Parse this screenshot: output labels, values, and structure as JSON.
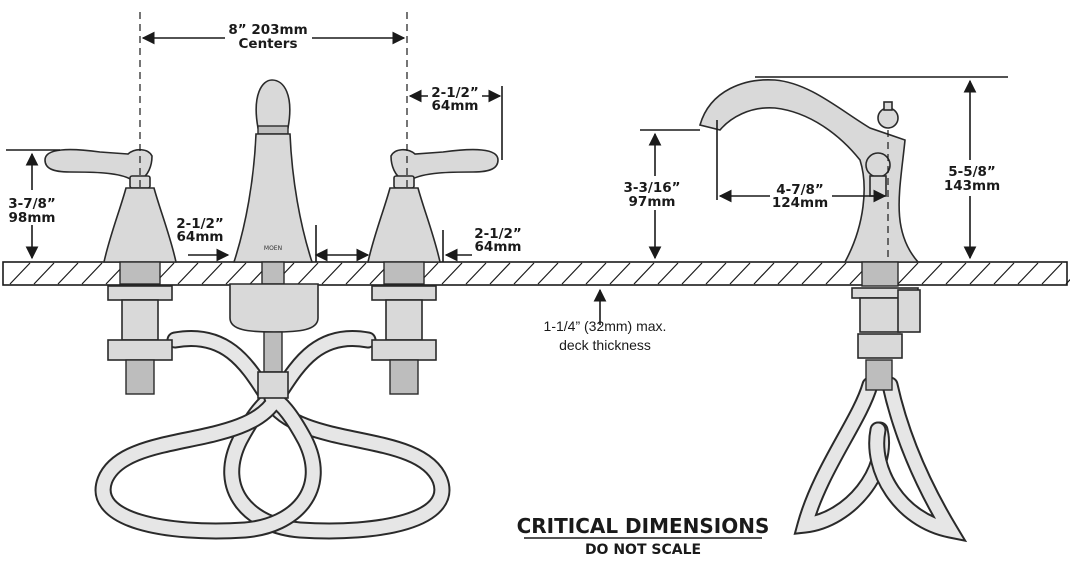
{
  "dimensions": {
    "centers_imperial": "8” 203mm",
    "centers_label": "Centers",
    "spout_height_imperial": "2-1/2”",
    "spout_height_metric": "64mm",
    "handle_height_imperial": "3-7/8”",
    "handle_height_metric": "98mm",
    "handle_width_imperial": "2-1/2”",
    "handle_width_metric": "64mm",
    "base_width_imperial": "2-1/2”",
    "base_width_metric": "64mm",
    "spout_clearance_imperial": "3-3/16”",
    "spout_clearance_metric": "97mm",
    "spout_reach_imperial": "4-7/8”",
    "spout_reach_metric": "124mm",
    "overall_height_imperial": "5-5/8”",
    "overall_height_metric": "143mm"
  },
  "notes": {
    "deck_line1": "1-1/4” (32mm) max.",
    "deck_line2": "deck thickness"
  },
  "footer": {
    "title": "CRITICAL DIMENSIONS",
    "subtitle": "DO NOT SCALE"
  },
  "brand": {
    "spout_stamp": "MOEN"
  }
}
